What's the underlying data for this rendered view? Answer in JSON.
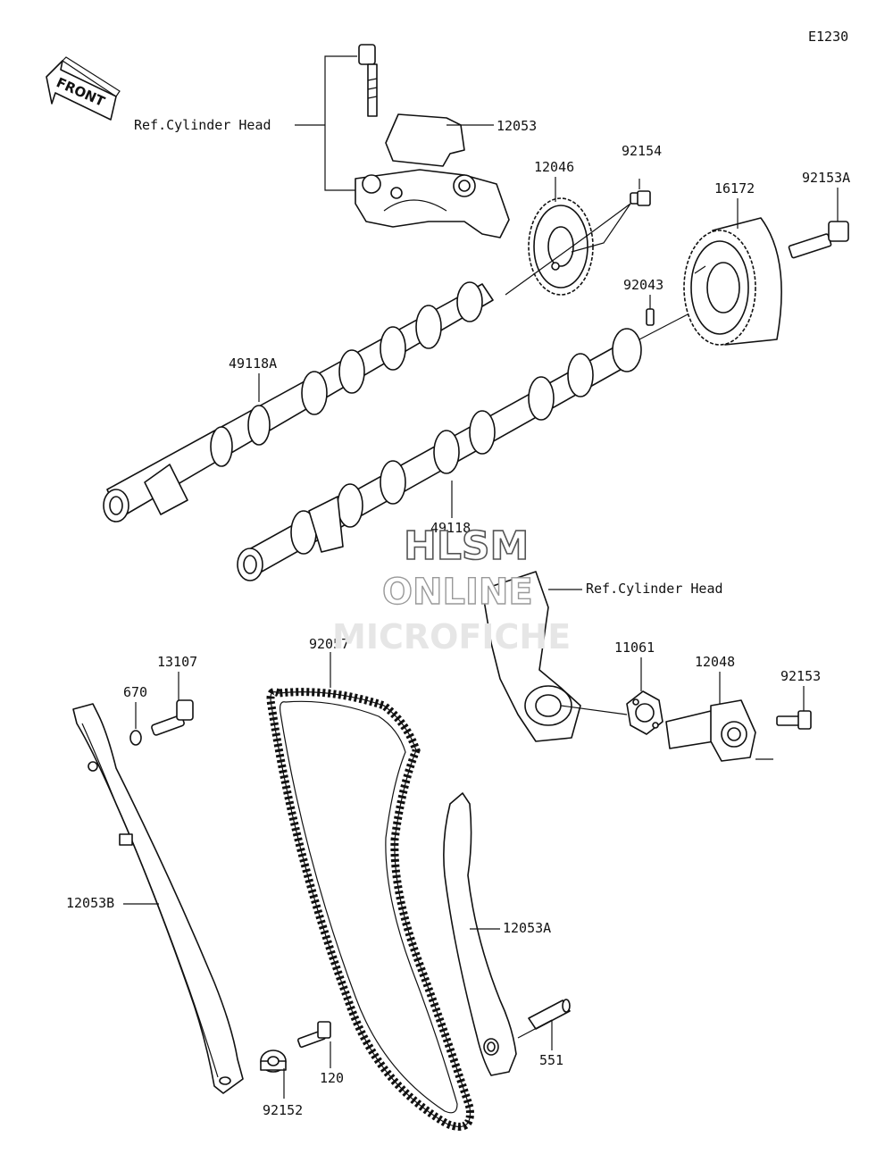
{
  "diagram_code": "E1230",
  "front_label": "FRONT",
  "watermark": {
    "line1": "HLSM",
    "line2": "ONLINE",
    "line3": "MICROFICHE"
  },
  "references": {
    "cylinder_head_top": "Ref.Cylinder Head",
    "cylinder_head_mid": "Ref.Cylinder Head"
  },
  "parts": {
    "p12053": "12053",
    "p12046": "12046",
    "p92154": "92154",
    "p16172": "16172",
    "p92153A": "92153A",
    "p92043": "92043",
    "p49118A": "49118A",
    "p49118": "49118",
    "p92057": "92057",
    "p11061": "11061",
    "p12048": "12048",
    "p92153": "92153",
    "p13107": "13107",
    "p670": "670",
    "p12053B": "12053B",
    "p12053A": "12053A",
    "p551": "551",
    "p120": "120",
    "p92152": "92152"
  }
}
